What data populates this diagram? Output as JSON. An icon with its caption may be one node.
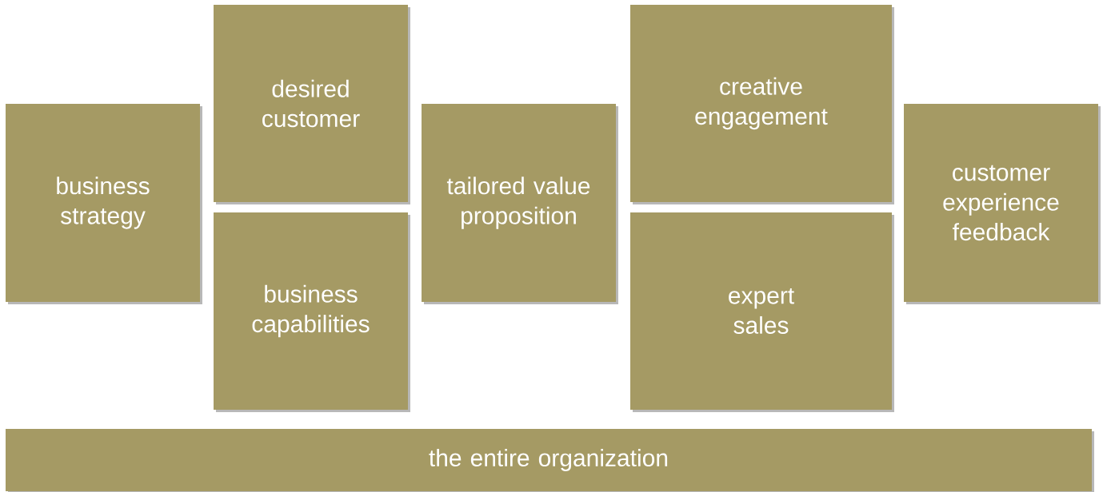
{
  "diagram": {
    "nodes": [
      {
        "text": [
          "business strategy"
        ]
      },
      {
        "text": [
          "desired customer"
        ]
      },
      {
        "text": [
          "business capabilities"
        ]
      },
      {
        "text": [
          "tailored value proposition"
        ]
      },
      {
        "text": [
          "creative engagement"
        ]
      },
      {
        "text": [
          "expert sales"
        ]
      },
      {
        "text": [
          "customer experience feedback"
        ]
      },
      {
        "text": [
          "the entire organization"
        ]
      }
    ]
  }
}
